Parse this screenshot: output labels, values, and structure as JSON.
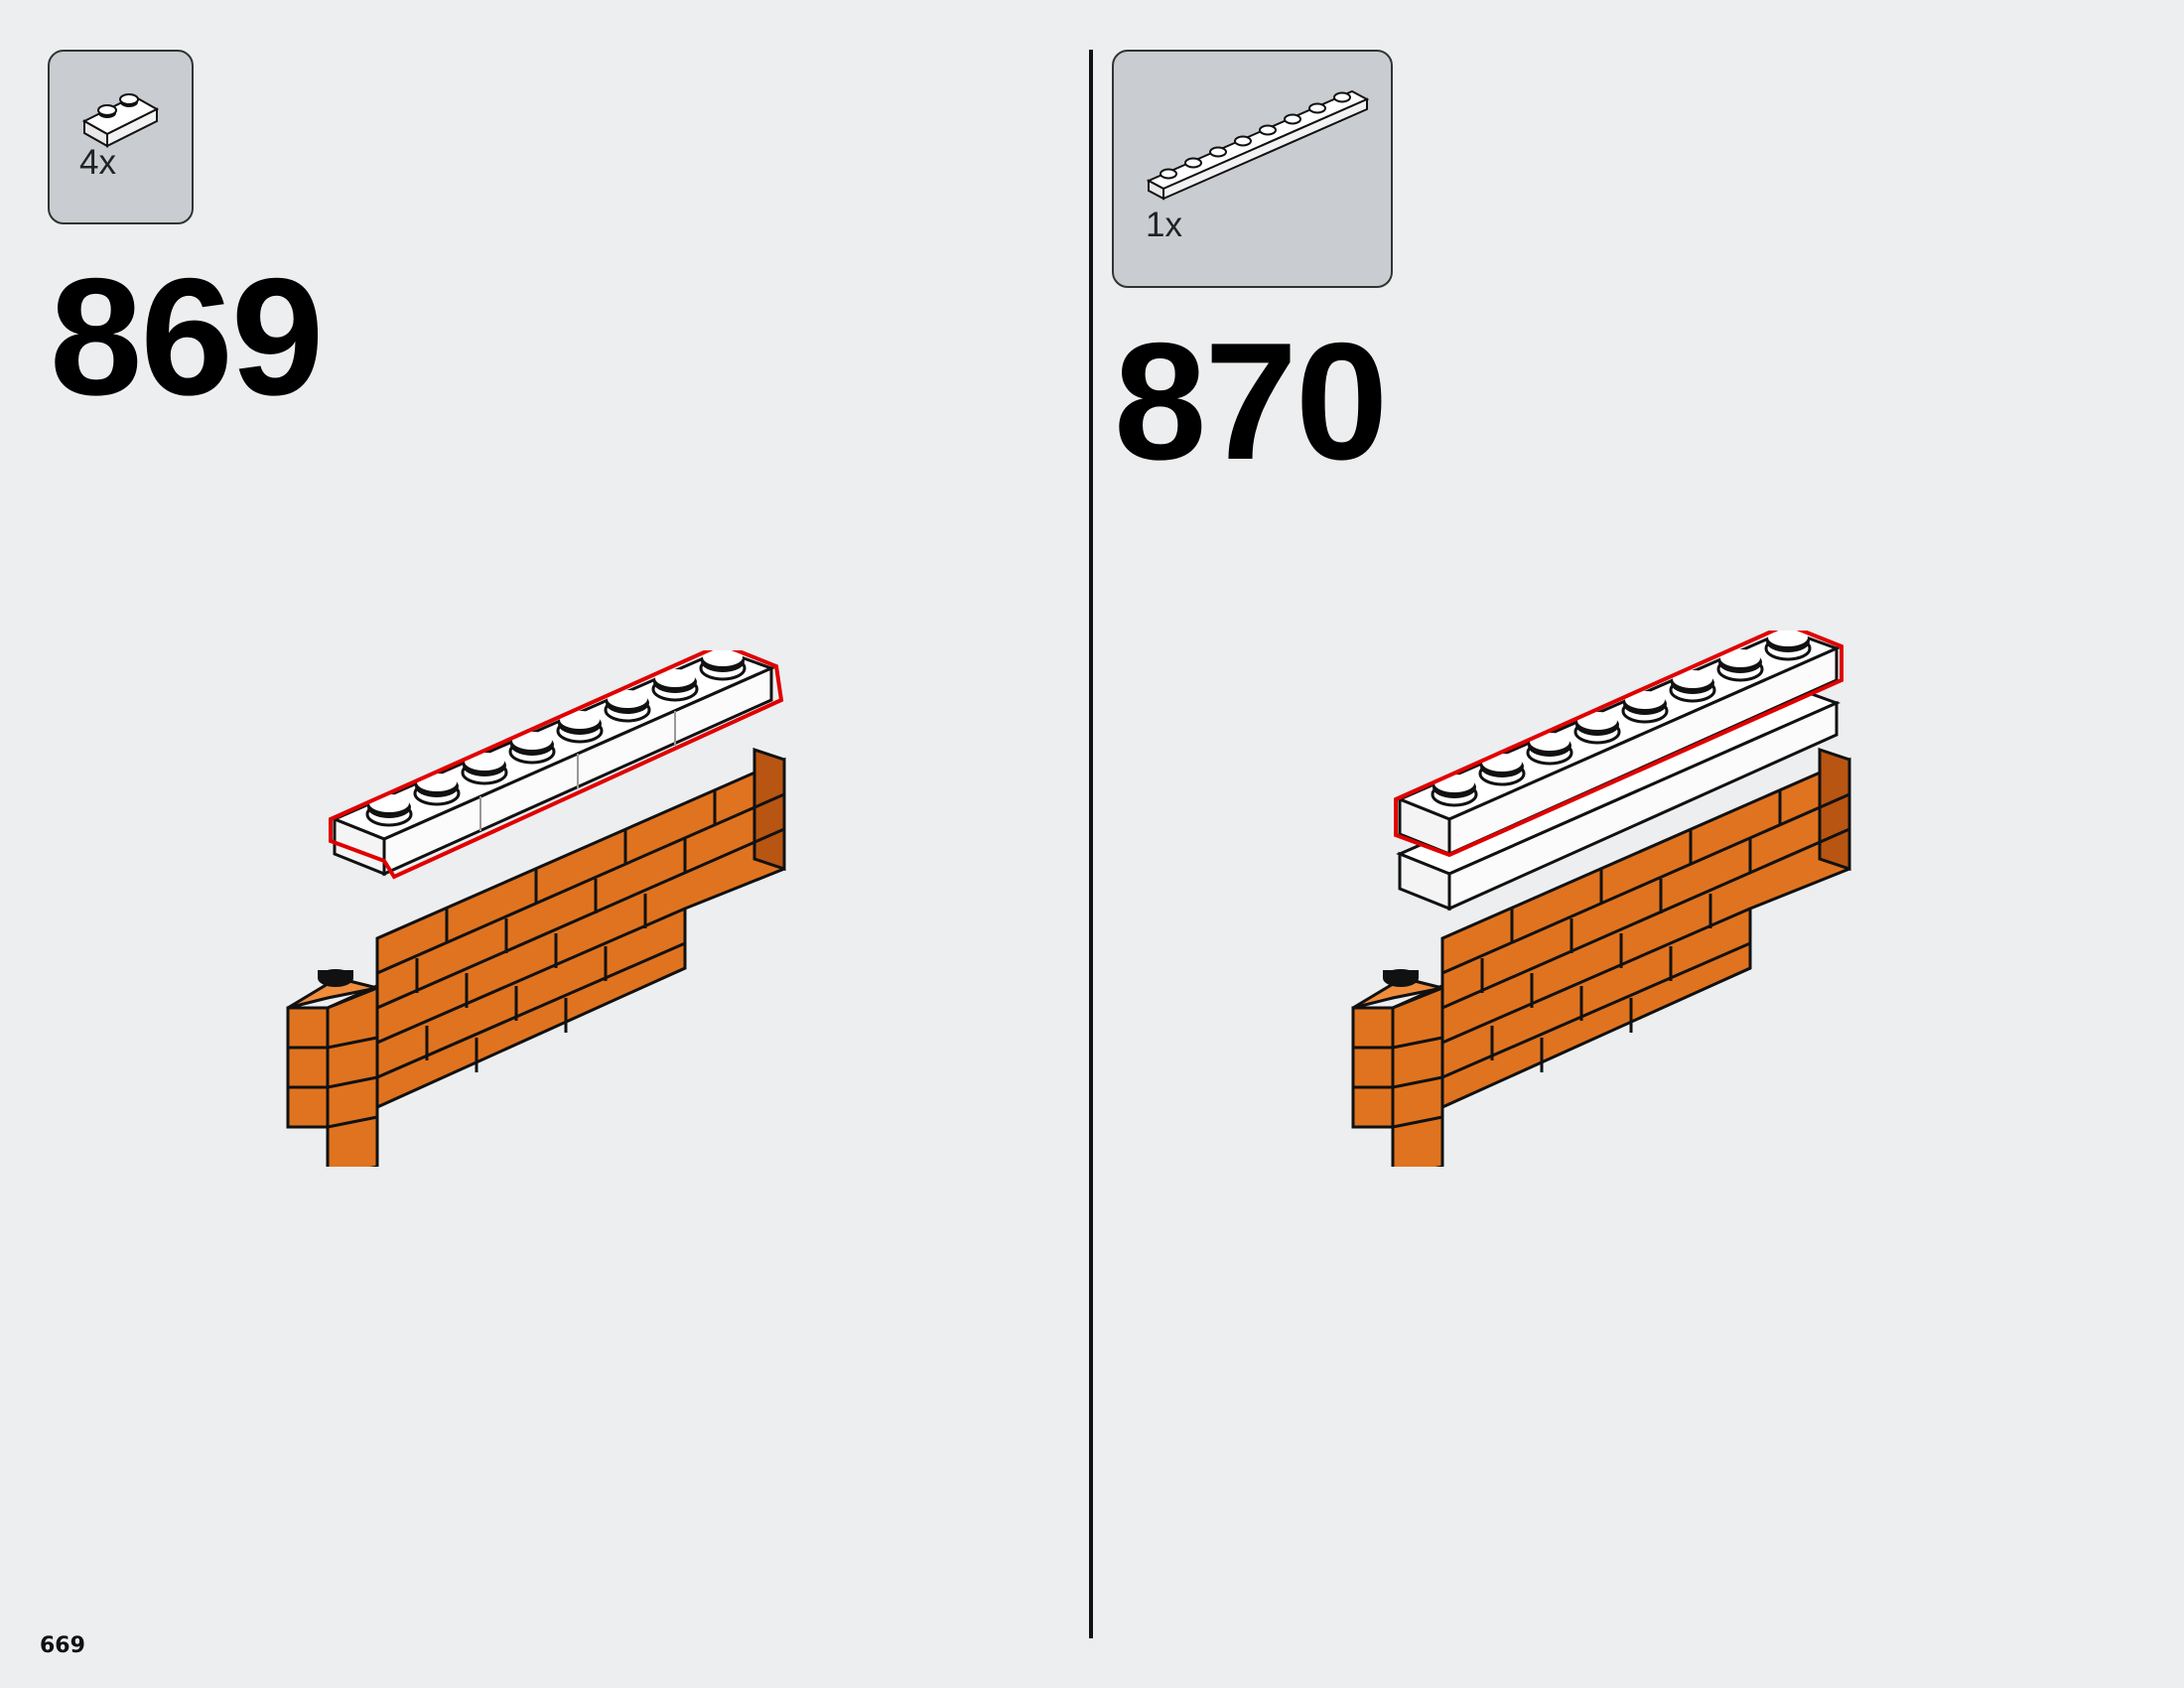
{
  "page": {
    "number": "669"
  },
  "steps": [
    {
      "number": "869",
      "part_qty": "4x",
      "part": "white 1x2 plate with rail",
      "callout_color": "#e00000"
    },
    {
      "number": "870",
      "part_qty": "1x",
      "part": "white 1x8 plate",
      "callout_color": "#e00000"
    }
  ],
  "colors": {
    "background": "#eceef0",
    "parts_box": "#c9cdd1",
    "brick_orange": "#e0731f",
    "brick_top": "#f08d3c",
    "brick_dark": "#b85512",
    "plate_white": "#ffffff",
    "highlight_red": "#e00000"
  }
}
